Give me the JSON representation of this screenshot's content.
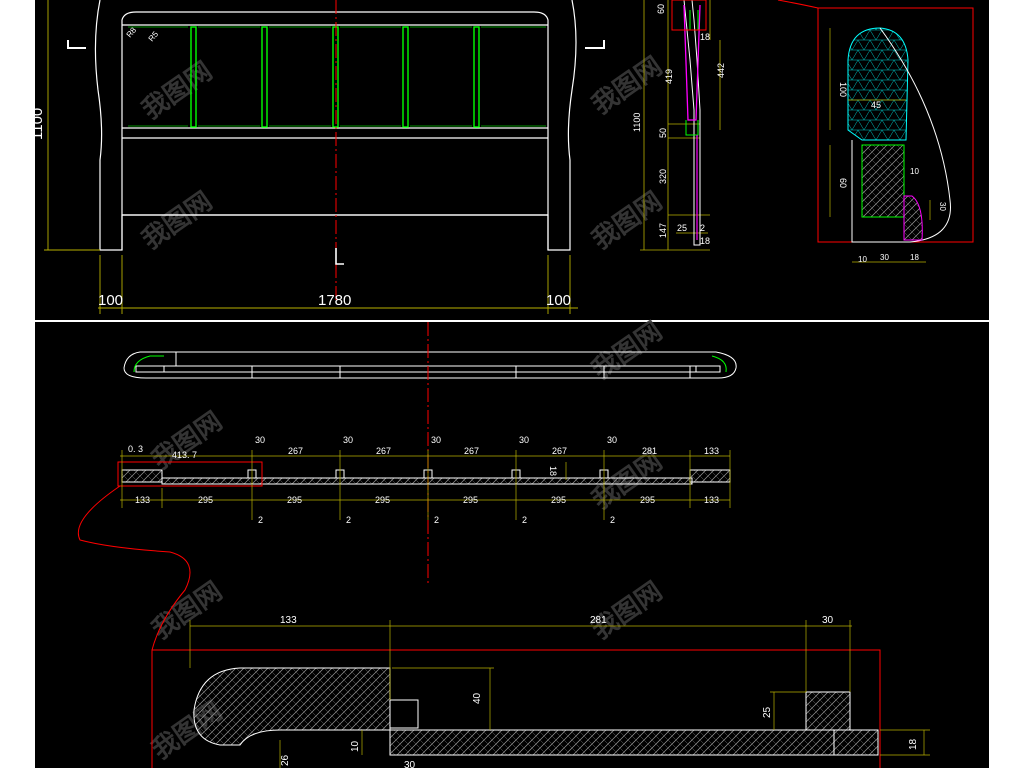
{
  "front_view": {
    "dims": {
      "height": "1100",
      "left_post": "100",
      "width": "1780",
      "right_post": "100"
    },
    "section_marker": "L",
    "tiny_labels": [
      "R8",
      "R5"
    ]
  },
  "side_view": {
    "dims": {
      "d60": "60",
      "d18_top": "18",
      "d419": "419",
      "d442": "442",
      "d1100": "1100",
      "d50": "50",
      "d320": "320",
      "d147": "147",
      "d25": "25",
      "d2": "2",
      "d18_bottom": "18"
    }
  },
  "side_detail": {
    "dims": {
      "d100": "100",
      "d45": "45",
      "d60": "60",
      "d10": "10",
      "d30": "30",
      "b10": "10",
      "b30": "30",
      "b18": "18"
    }
  },
  "top_section": {
    "top_dims": {
      "a": "0. 3",
      "b": "413. 7",
      "c1": "30",
      "c2": "267",
      "c3": "30",
      "c4": "267",
      "c5": "30",
      "c6": "267",
      "c7": "30",
      "c8": "267",
      "c9": "30",
      "c10": "281",
      "c11": "133"
    },
    "bottom_dims": {
      "a": "133",
      "b": "295",
      "c": "295",
      "d": "295",
      "e": "295",
      "f": "295",
      "g": "295",
      "h": "133"
    },
    "small_dims": [
      "2",
      "2",
      "2",
      "2",
      "2"
    ],
    "thickness": "18"
  },
  "bottom_detail": {
    "top_dims": {
      "a": "133",
      "b": "281",
      "c": "30"
    },
    "dims": {
      "d40": "40",
      "d25": "25",
      "d26": "26",
      "d10": "10",
      "d30": "30",
      "d18": "18"
    }
  },
  "colors": {
    "background": "#000000",
    "red_outline": "#ff0000",
    "green_panel": "#00ff00",
    "magenta": "#ff00ff",
    "cyan": "#00ffff",
    "dim_line": "#b8b000",
    "white_line": "#ffffff"
  },
  "watermark": "我图网"
}
